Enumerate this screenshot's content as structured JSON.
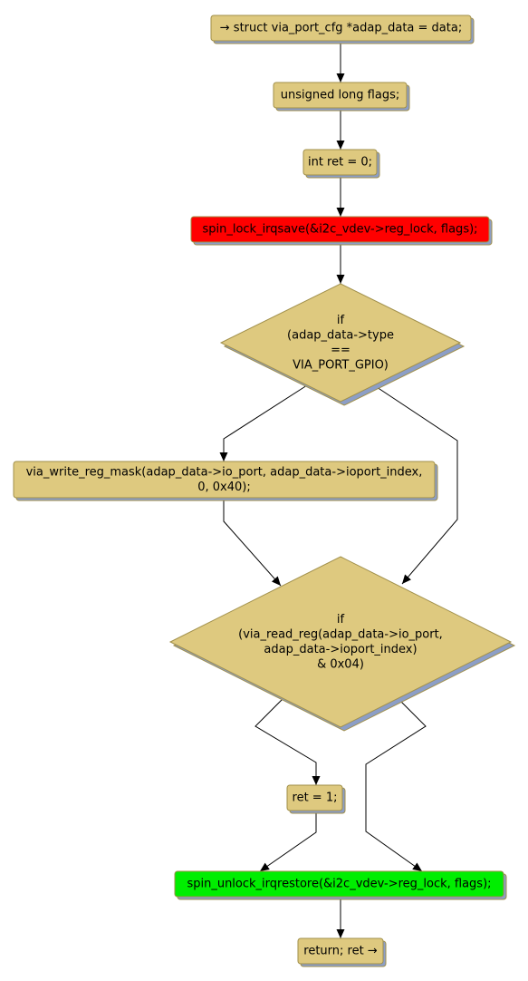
{
  "colors": {
    "node_fill": "#dec97f",
    "node_border": "#a08f4a",
    "lock_fill": "#ff0000",
    "unlock_fill": "#00ee00",
    "shadow": "#8c9ec7",
    "edge": "#000000"
  },
  "nodes": {
    "start": {
      "lines": [
        "→ struct via_port_cfg *adap_data = data;"
      ]
    },
    "flags": {
      "lines": [
        "unsigned long flags;"
      ]
    },
    "ret_init": {
      "lines": [
        "int ret = 0;"
      ]
    },
    "lock": {
      "lines": [
        "spin_lock_irqsave(&i2c_vdev->reg_lock, flags);"
      ]
    },
    "cond_type": {
      "lines": [
        "if",
        "(adap_data->type",
        "==",
        "VIA_PORT_GPIO)"
      ]
    },
    "write_mask": {
      "lines": [
        "via_write_reg_mask(adap_data->io_port, adap_data->ioport_index,",
        "0, 0x40);"
      ]
    },
    "cond_read": {
      "lines": [
        "if",
        "(via_read_reg(adap_data->io_port,",
        "adap_data->ioport_index)",
        "& 0x04)"
      ]
    },
    "ret_one": {
      "lines": [
        "ret = 1;"
      ]
    },
    "unlock": {
      "lines": [
        "spin_unlock_irqrestore(&i2c_vdev->reg_lock, flags);"
      ]
    },
    "end": {
      "lines": [
        "return; ret →"
      ]
    }
  }
}
